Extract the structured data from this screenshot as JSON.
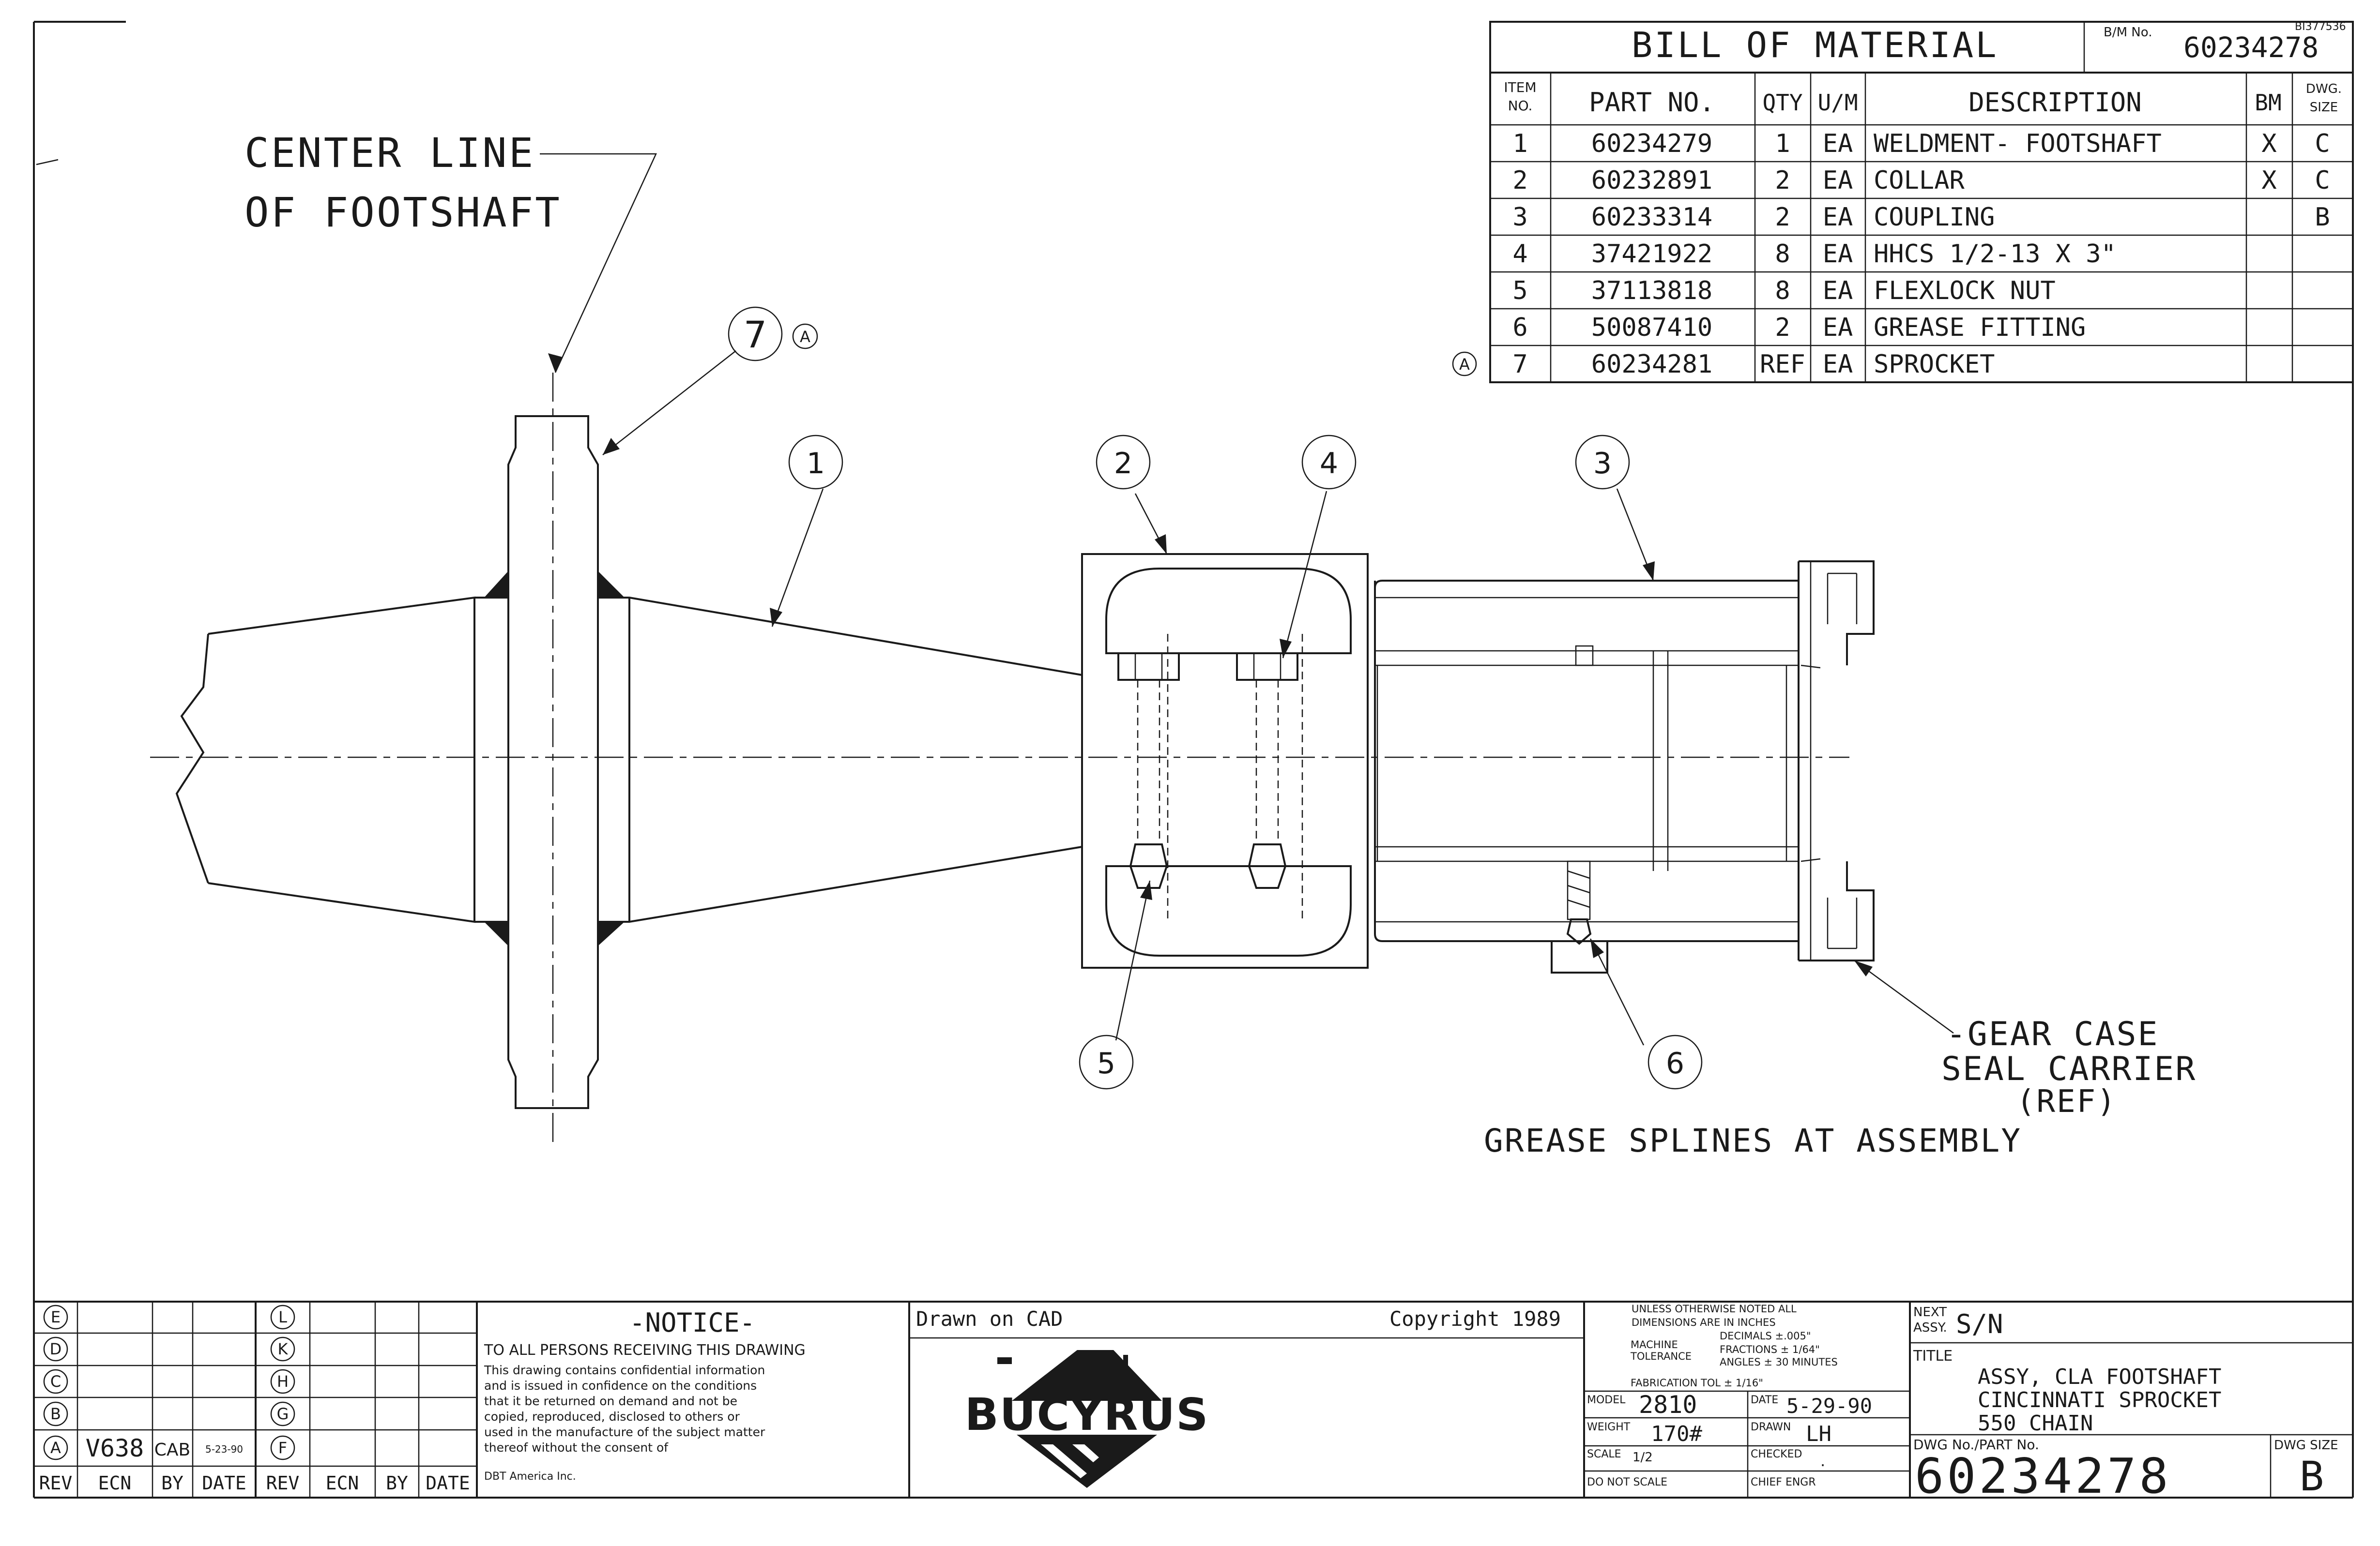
{
  "labels": {
    "center_line_1": "CENTER LINE",
    "center_line_2": "OF FOOTSHAFT",
    "gear_case_1": "-GEAR CASE",
    "gear_case_2": "SEAL CARRIER",
    "gear_case_3": "(REF)",
    "grease_note": "GREASE SPLINES AT ASSEMBLY"
  },
  "balloons": {
    "b1": "1",
    "b2": "2",
    "b3": "3",
    "b4": "4",
    "b5": "5",
    "b6": "6",
    "b7": "7",
    "b7_rev": "A"
  },
  "bom": {
    "title": "BILL OF MATERIAL",
    "bm_no_label": "B/M No.",
    "bm_no": "60234278",
    "ref_code": "BI377536",
    "headers": {
      "item_1": "ITEM",
      "item_2": "NO.",
      "part_no": "PART NO.",
      "qty": "QTY",
      "um": "U/M",
      "description": "DESCRIPTION",
      "bm": "BM",
      "size_1": "DWG.",
      "size_2": "SIZE"
    },
    "rows": [
      {
        "item": "1",
        "part": "60234279",
        "qty": "1",
        "um": "EA",
        "desc": "WELDMENT- FOOTSHAFT",
        "bm": "X",
        "size": "C",
        "rev": ""
      },
      {
        "item": "2",
        "part": "60232891",
        "qty": "2",
        "um": "EA",
        "desc": "COLLAR",
        "bm": "X",
        "size": "C",
        "rev": ""
      },
      {
        "item": "3",
        "part": "60233314",
        "qty": "2",
        "um": "EA",
        "desc": "COUPLING",
        "bm": "",
        "size": "B",
        "rev": ""
      },
      {
        "item": "4",
        "part": "37421922",
        "qty": "8",
        "um": "EA",
        "desc": "HHCS 1/2-13 X 3\"",
        "bm": "",
        "size": "",
        "rev": ""
      },
      {
        "item": "5",
        "part": "37113818",
        "qty": "8",
        "um": "EA",
        "desc": "FLEXLOCK NUT",
        "bm": "",
        "size": "",
        "rev": ""
      },
      {
        "item": "6",
        "part": "50087410",
        "qty": "2",
        "um": "EA",
        "desc": "GREASE FITTING",
        "bm": "",
        "size": "",
        "rev": ""
      },
      {
        "item": "7",
        "part": "60234281",
        "qty": "REF",
        "um": "EA",
        "desc": "SPROCKET",
        "bm": "",
        "size": "",
        "rev": "A"
      }
    ]
  },
  "revisions": {
    "left_letters": [
      "E",
      "D",
      "C",
      "B",
      "A"
    ],
    "right_letters": [
      "L",
      "K",
      "H",
      "G",
      "F"
    ],
    "rev_a": {
      "ecn": "V638",
      "by": "CAB",
      "date": "5-23-90"
    },
    "footer": [
      "REV",
      "ECN",
      "BY",
      "DATE",
      "REV",
      "ECN",
      "BY",
      "DATE"
    ]
  },
  "notice": {
    "title": "-NOTICE-",
    "line1": "TO ALL PERSONS RECEIVING THIS DRAWING",
    "body": [
      "This drawing contains confidential information",
      "and is issued in confidence on the conditions",
      "that it be returned on demand and not be",
      "copied, reproduced, disclosed to others or",
      "used in the manufacture of the subject matter",
      "thereof without the consent of",
      "DBT America Inc."
    ]
  },
  "company": {
    "drawn_on": "Drawn on CAD",
    "copyright": "Copyright 1989",
    "logo": "BUCYRUS"
  },
  "tolerances": [
    "UNLESS OTHERWISE NOTED ALL",
    "DIMENSIONS ARE IN INCHES",
    "DECIMALS ±.005\"",
    "FRACTIONS ± 1/64\"",
    "ANGLES ± 30 MINUTES",
    "FABRICATION TOL ± 1/16\""
  ],
  "tolerance_labels": {
    "machine": "MACHINE",
    "tolerance": "TOLERANCE"
  },
  "info": {
    "model_label": "MODEL",
    "model": "2810",
    "date_label": "DATE",
    "date": "5-29-90",
    "weight_label": "WEIGHT",
    "weight": "170#",
    "drawn_label": "DRAWN",
    "drawn": "LH",
    "scale_label": "SCALE",
    "scale": "1/2",
    "checked_label": "CHECKED",
    "checked": ".",
    "do_not_scale": "DO NOT SCALE",
    "chief_engr": "CHIEF ENGR"
  },
  "title_block": {
    "next_assy_label_1": "NEXT",
    "next_assy_label_2": "ASSY.",
    "next_assy": "S/N",
    "title_label": "TITLE",
    "title_1": "ASSY, CLA FOOTSHAFT",
    "title_2": "CINCINNATI SPROCKET",
    "title_3": "550 CHAIN",
    "dwg_no_label": "DWG No./PART No.",
    "dwg_no": "60234278",
    "dwg_size_label": "DWG SIZE",
    "dwg_size": "B"
  }
}
